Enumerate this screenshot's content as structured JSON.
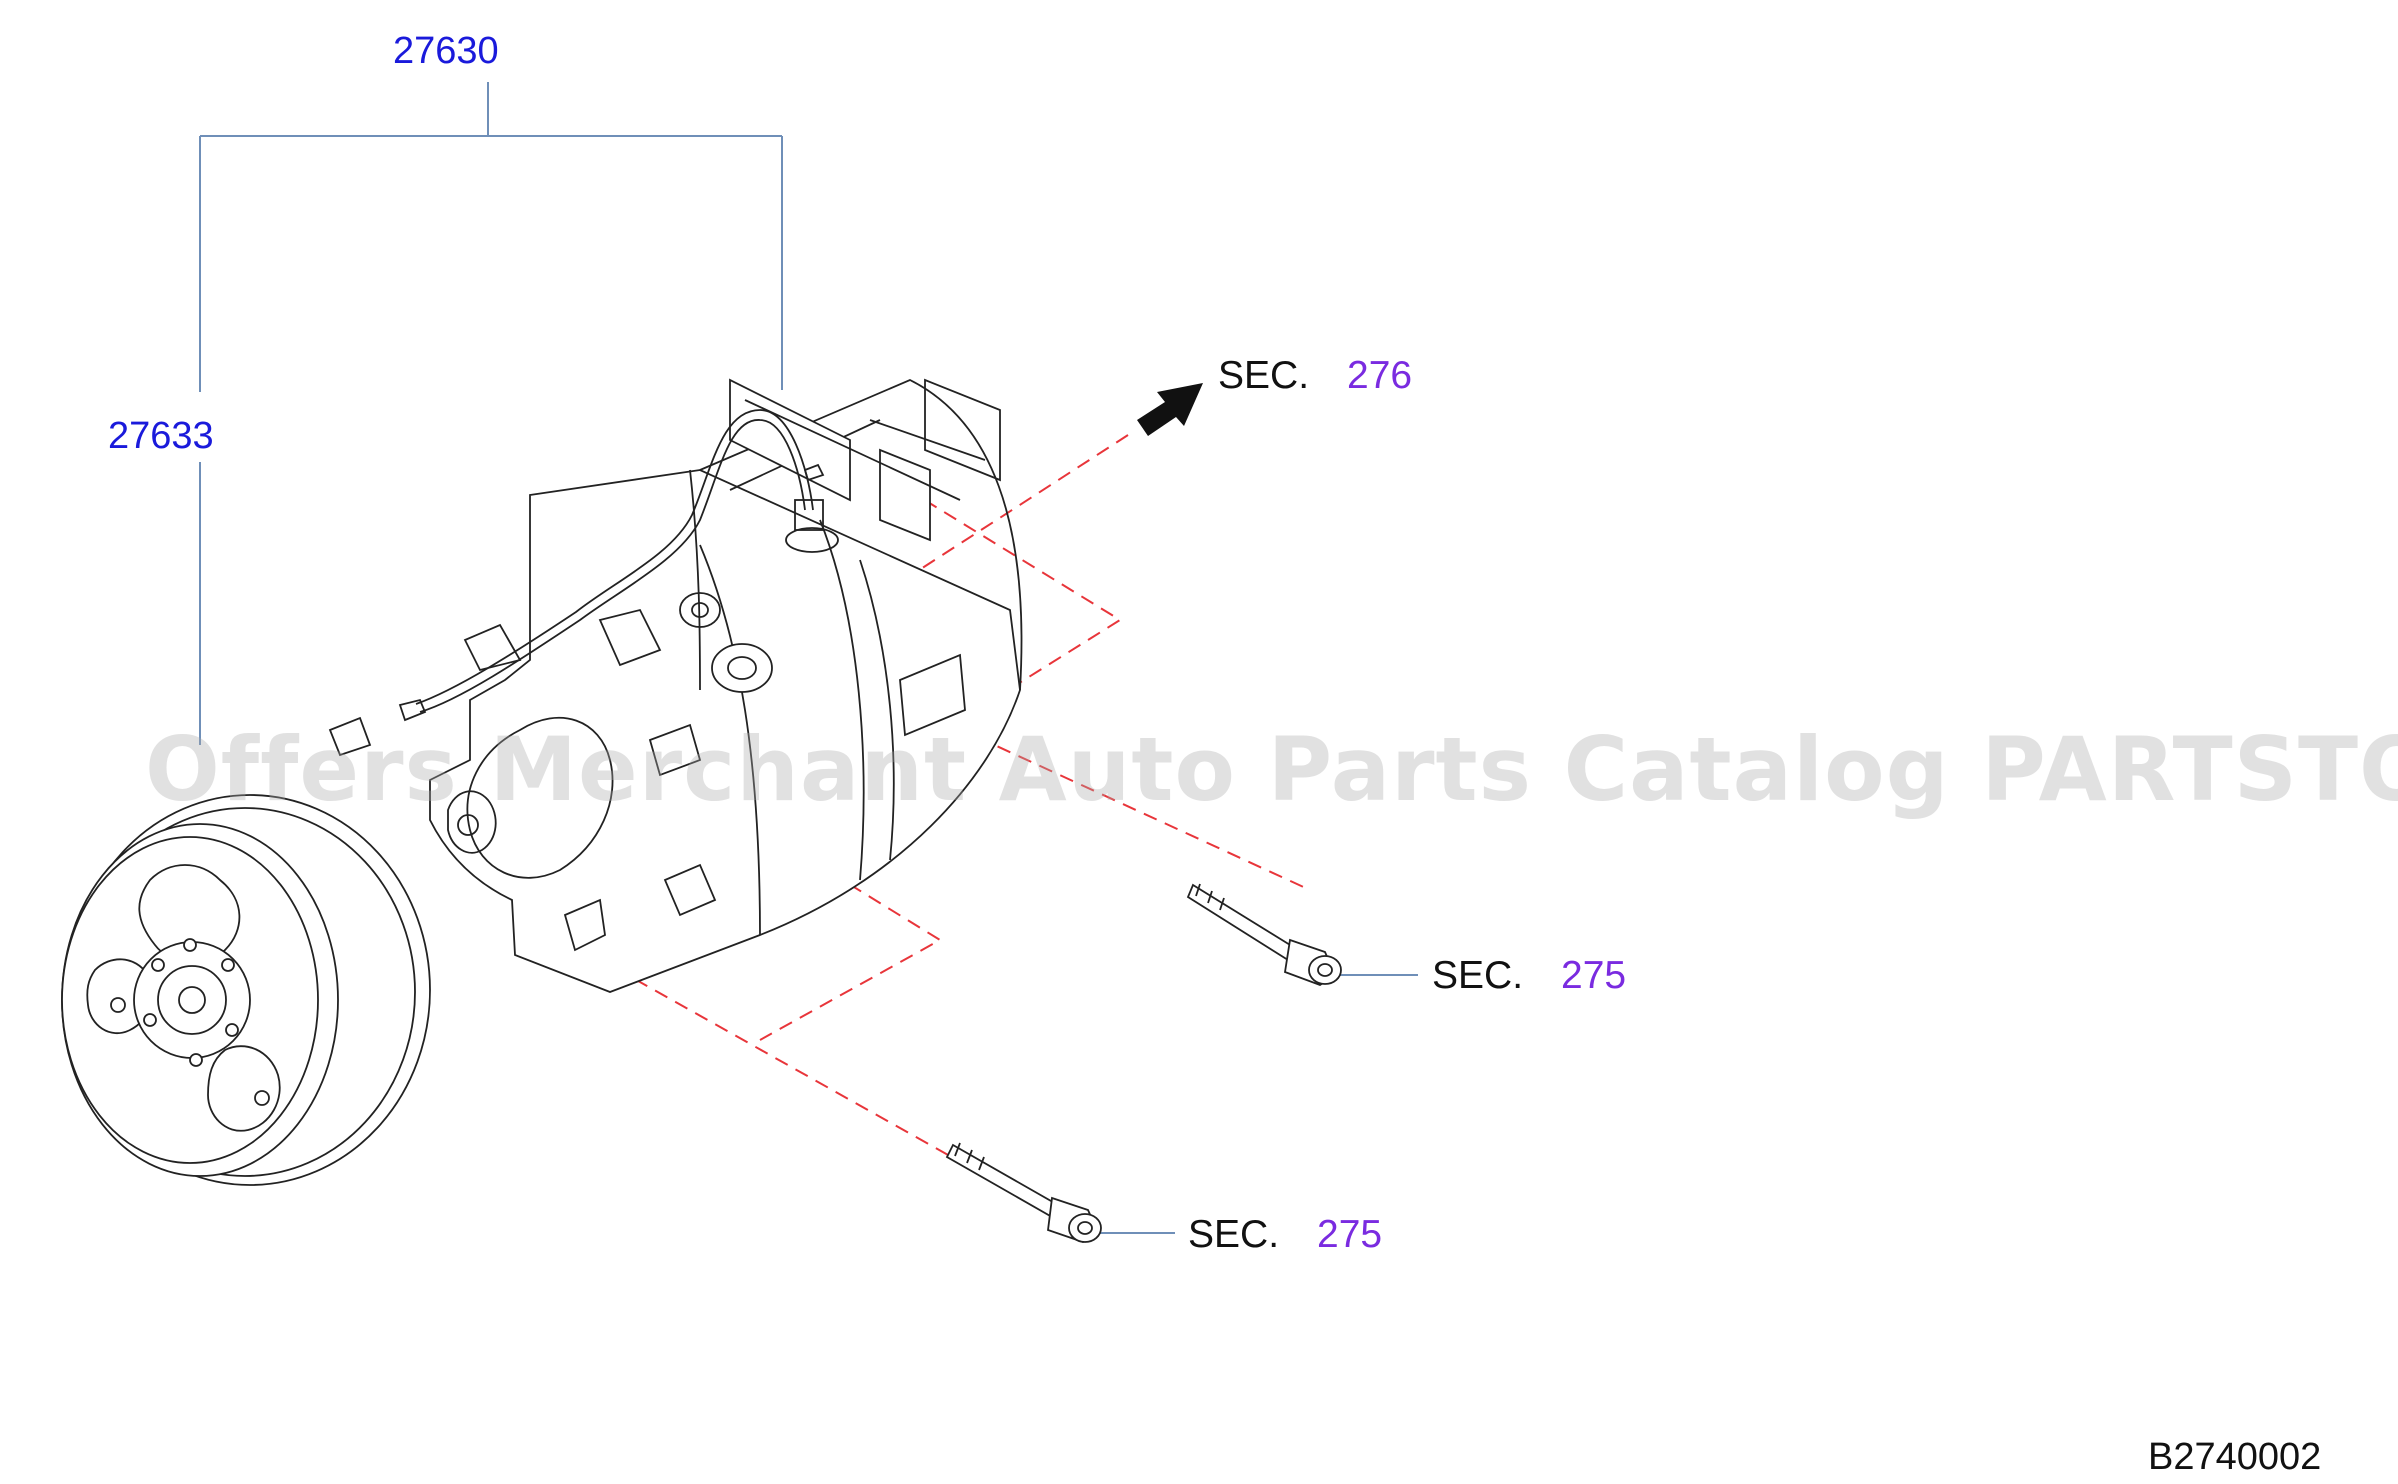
{
  "callouts": {
    "assembly": "27630",
    "clutch": "27633"
  },
  "sections": [
    {
      "label": "SEC.",
      "number": "276"
    },
    {
      "label": "SEC.",
      "number": "275"
    },
    {
      "label": "SEC.",
      "number": "275"
    }
  ],
  "diagram_code": "B2740002",
  "watermark": "Offers Merchant Auto Parts Catalog PARTSTORE.SA",
  "colors": {
    "callout_text": "#1a1adb",
    "section_number": "#7a2be0",
    "leader_line": "#6f8fb8",
    "dashed_line": "#e8353a",
    "drawing": "#222222"
  }
}
